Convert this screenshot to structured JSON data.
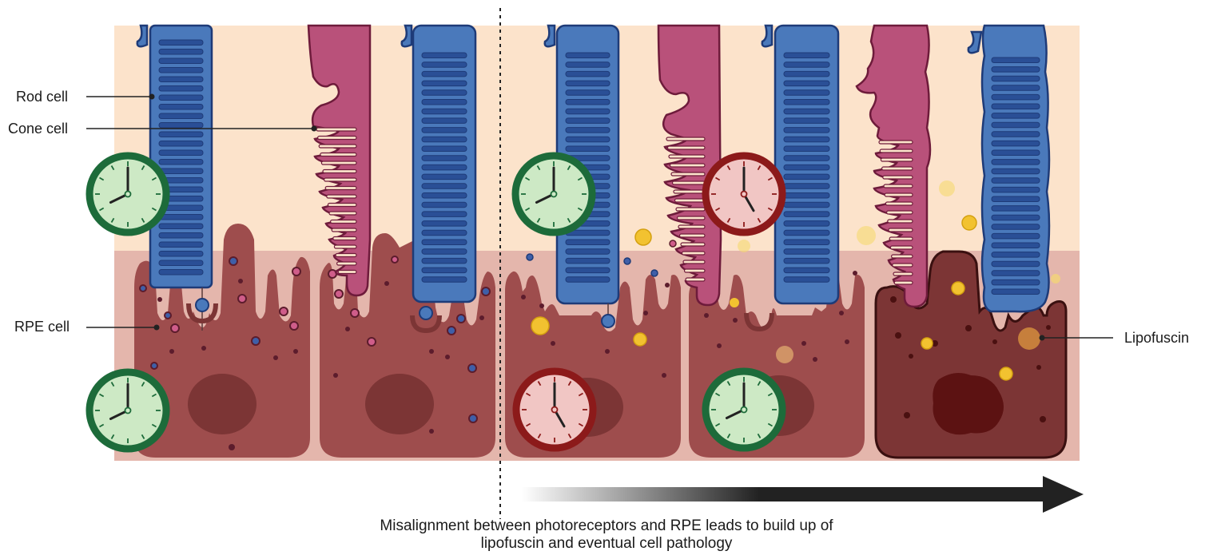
{
  "labels": {
    "rod": "Rod cell",
    "cone": "Cone cell",
    "rpe": "RPE cell",
    "lipofuscin": "Lipofuscin"
  },
  "caption": {
    "line1": "Misalignment between photoreceptors and RPE leads to build up of",
    "line2": "lipofuscin and eventual cell pathology"
  },
  "colors": {
    "outer_segment_bg": "#fce3cb",
    "rpe_layer_bg": "#e4b6ac",
    "rod_fill": "#4a79bb",
    "rod_stroke": "#1e3b78",
    "cone_fill": "#b9517a",
    "cone_stroke": "#6e1b3b",
    "rpe_fill": "#9e4d4d",
    "rpe_dark_fill": "#7c3535",
    "clock_ok": "#1d6b3a",
    "clock_ok_face": "#cde9c5",
    "clock_bad": "#8c1a1a",
    "clock_bad_face": "#f1c6c4",
    "lipofuscin": "#f2c230"
  },
  "clocks": [
    {
      "id": "rod-left",
      "state": "in-sync"
    },
    {
      "id": "rpe-left",
      "state": "in-sync"
    },
    {
      "id": "rod-right",
      "state": "in-sync"
    },
    {
      "id": "cone-right",
      "state": "out-of-sync"
    },
    {
      "id": "rpe-right-a",
      "state": "out-of-sync"
    },
    {
      "id": "rpe-right-b",
      "state": "in-sync"
    }
  ]
}
